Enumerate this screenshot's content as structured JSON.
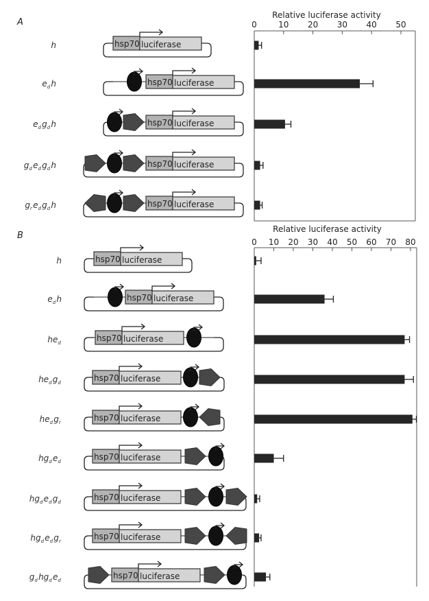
{
  "figure": {
    "panels": [
      {
        "letter": "A",
        "axis_title": "Relative luciferase activity",
        "rows": [
          {
            "label": [
              [
                "h",
                ""
              ]
            ],
            "elements": [
              "hsp70-luciferase"
            ],
            "value": 1.5,
            "error": 1.0
          },
          {
            "label": [
              [
                "e",
                "d"
              ],
              [
                "h",
                ""
              ]
            ],
            "elements": [
              "enhancer",
              "hsp70-luciferase"
            ],
            "value": 36,
            "error": 4.5
          },
          {
            "label": [
              [
                "e",
                "d"
              ],
              [
                "g",
                "d"
              ],
              [
                "h",
                ""
              ]
            ],
            "elements": [
              "enhancer",
              "gypsy-d",
              "hsp70-luciferase"
            ],
            "value": 10.5,
            "error": 2.0
          },
          {
            "label": [
              [
                "g",
                "d"
              ],
              [
                "e",
                "d"
              ],
              [
                "g",
                "d"
              ],
              [
                "h",
                ""
              ]
            ],
            "elements": [
              "gypsy-d",
              "enhancer",
              "gypsy-d",
              "hsp70-luciferase"
            ],
            "value": 2.0,
            "error": 1.0
          },
          {
            "label": [
              [
                "g",
                "r"
              ],
              [
                "e",
                "d"
              ],
              [
                "g",
                "d"
              ],
              [
                "h",
                ""
              ]
            ],
            "elements": [
              "gypsy-r",
              "enhancer",
              "gypsy-d",
              "hsp70-luciferase"
            ],
            "value": 2.0,
            "error": 0.7
          }
        ]
      },
      {
        "letter": "B",
        "axis_title": "Relative luciferase activity",
        "rows": [
          {
            "label": [
              [
                "h",
                ""
              ]
            ],
            "elements": [
              "hsp70-luciferase"
            ],
            "value": 1.0,
            "error": 2.5
          },
          {
            "label": [
              [
                "e",
                "d"
              ],
              [
                "h",
                ""
              ]
            ],
            "elements": [
              "enhancer",
              "hsp70-luciferase"
            ],
            "value": 36,
            "error": 4.5
          },
          {
            "label": [
              [
                "h",
                ""
              ],
              [
                "e",
                "d"
              ]
            ],
            "elements": [
              "hsp70-luciferase",
              "enhancer"
            ],
            "value": 77,
            "error": 2.5
          },
          {
            "label": [
              [
                "h",
                ""
              ],
              [
                "e",
                "d"
              ],
              [
                "g",
                "d"
              ]
            ],
            "elements": [
              "hsp70-luciferase",
              "enhancer",
              "gypsy-d"
            ],
            "value": 77,
            "error": 4.5
          },
          {
            "label": [
              [
                "h",
                ""
              ],
              [
                "e",
                "d"
              ],
              [
                "g",
                "r"
              ]
            ],
            "elements": [
              "hsp70-luciferase",
              "enhancer",
              "gypsy-r"
            ],
            "value": 81,
            "error": 2.0
          },
          {
            "label": [
              [
                "h",
                ""
              ],
              [
                "g",
                "d"
              ],
              [
                "e",
                "d"
              ]
            ],
            "elements": [
              "hsp70-luciferase",
              "gypsy-d",
              "enhancer"
            ],
            "value": 10,
            "error": 5.0
          },
          {
            "label": [
              [
                "h",
                ""
              ],
              [
                "g",
                "d"
              ],
              [
                "e",
                "d"
              ],
              [
                "g",
                "d"
              ]
            ],
            "elements": [
              "hsp70-luciferase",
              "gypsy-d",
              "enhancer",
              "gypsy-d"
            ],
            "value": 1.5,
            "error": 1.3
          },
          {
            "label": [
              [
                "h",
                ""
              ],
              [
                "g",
                "d"
              ],
              [
                "e",
                "d"
              ],
              [
                "g",
                "r"
              ]
            ],
            "elements": [
              "hsp70-luciferase",
              "gypsy-d",
              "enhancer",
              "gypsy-r"
            ],
            "value": 2.5,
            "error": 1.0
          },
          {
            "label": [
              [
                "g",
                "d"
              ],
              [
                "h",
                ""
              ],
              [
                "g",
                "d"
              ],
              [
                "e",
                "d"
              ]
            ],
            "elements": [
              "gypsy-d",
              "hsp70-luciferase",
              "gypsy-d",
              "enhancer"
            ],
            "value": 6,
            "error": 2.0
          }
        ]
      }
    ],
    "box_labels": {
      "promoter": "hsp70",
      "reporter": "luciferase"
    },
    "colors": {
      "bar": "#262626",
      "promoter_box": "#b3b3b3",
      "reporter_box": "#d4d4d4",
      "insulator": "#474747",
      "enhancer": "#111111",
      "axis": "#555555",
      "line": "#222222"
    }
  },
  "chart_data": [
    {
      "type": "bar",
      "orientation": "horizontal",
      "title": "A",
      "xlabel": "Relative luciferase activity",
      "ylabel": "",
      "categories": [
        "h",
        "e_d h",
        "e_d g_d h",
        "g_d e_d g_d h",
        "g_r e_d g_d h"
      ],
      "values": [
        1.5,
        36,
        10.5,
        2.0,
        2.0
      ],
      "errors": [
        1.0,
        4.5,
        2.0,
        1.0,
        0.7
      ],
      "xticks": [
        0,
        10,
        20,
        30,
        40,
        50
      ],
      "xlim": [
        0,
        55
      ],
      "axis_position": "top",
      "grid": false
    },
    {
      "type": "bar",
      "orientation": "horizontal",
      "title": "B",
      "xlabel": "Relative luciferase activity",
      "ylabel": "",
      "categories": [
        "h",
        "e_d h",
        "h e_d",
        "h e_d g_d",
        "h e_d g_r",
        "h g_d e_d",
        "h g_d e_d g_d",
        "h g_d e_d g_r",
        "g_d h g_d e_d"
      ],
      "values": [
        1.0,
        36,
        77,
        77,
        81,
        10,
        1.5,
        2.5,
        6
      ],
      "errors": [
        2.5,
        4.5,
        2.5,
        4.5,
        2.0,
        5.0,
        1.3,
        1.0,
        2.0
      ],
      "xticks": [
        0,
        10,
        20,
        30,
        40,
        50,
        60,
        70,
        80
      ],
      "xlim": [
        0,
        83
      ],
      "axis_position": "top",
      "grid": false
    }
  ]
}
